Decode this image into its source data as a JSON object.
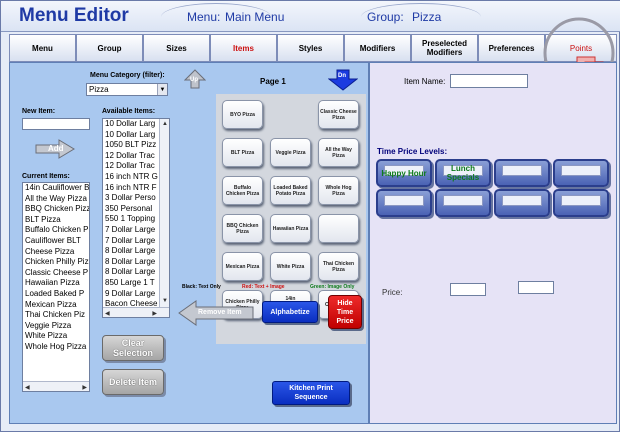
{
  "header": {
    "app_title": "Menu Editor",
    "menu_label": "Menu:",
    "menu_value": "Main Menu",
    "group_label": "Group:",
    "group_value": "Pizza"
  },
  "tabs": [
    {
      "label": "Menu"
    },
    {
      "label": "Group"
    },
    {
      "label": "Sizes"
    },
    {
      "label": "Items"
    },
    {
      "label": "Styles"
    },
    {
      "label": "Modifiers"
    },
    {
      "label": "Preselected Modifiers"
    },
    {
      "label": "Preferences"
    },
    {
      "label": "Points"
    }
  ],
  "left": {
    "menu_category_label": "Menu Category (filter):",
    "menu_category_value": "Pizza",
    "up_label": "Up",
    "dn_label": "Dn",
    "page_label": "Page 1",
    "new_item_label": "New Item:",
    "add_label": "Add",
    "available_items_label": "Available Items:",
    "available_items": [
      "10 Dollar Larg",
      "10 Dollar Larg",
      "1050 BLT Pizz",
      "12 Dollar Trac",
      "12 Dollar Trac",
      "16 inch NTR G",
      "16 inch NTR F",
      "3 Dollar Perso",
      "350 Personal",
      "550 1 Topping",
      "7 Dollar Large",
      "7 Dollar Large",
      "8 Dollar Large",
      "8 Dollar Large",
      "8 Dollar Large",
      "850 Large 1 T",
      "9 Dollar Large",
      "Bacon Cheese"
    ],
    "current_items_label": "Current Items:",
    "current_items": [
      "14in Cauliflower B",
      "All the Way Pizza",
      "BBQ Chicken Pizz",
      "BLT Pizza",
      "Buffalo Chicken P",
      "Cauliflower BLT",
      "Cheese Pizza",
      "Chicken Philly Piz",
      "Classic Cheese P",
      "Hawaiian Pizza",
      "Loaded Baked P",
      "Mexican Pizza",
      "Thai Chicken Piz",
      "Veggie Pizza",
      "White Pizza",
      "Whole Hog Pizza"
    ],
    "clear_selection_label": "Clear Selection",
    "delete_item_label": "Delete Item",
    "remove_item_label": "Remove Item",
    "alphabetize_label": "Alphabetize",
    "hide_time_price_label": "Hide Time Price",
    "kitchen_print_label": "Kitchen Print Sequence",
    "legend_black": "Black: Text Only",
    "legend_red": "Red: Text + Image",
    "legend_green": "Green: Image Only",
    "grid_items": [
      "BYO Pizza",
      "Classic Cheese Pizza",
      "BLT Pizza",
      "Veggie Pizza",
      "All the Way Pizza",
      "Buffalo Chicken Pizza",
      "Loaded Baked Potato Pizza",
      "Whole Hog Pizza",
      "BBQ Chicken Pizza",
      "Hawaiian Pizza",
      "",
      "Mexican Pizza",
      "White Pizza",
      "Thai Chicken Pizza",
      "Chicken Philly Pizza",
      "14in Cauliflower BLT",
      "10in Cauliflower BLT"
    ]
  },
  "right": {
    "item_name_label": "Item Name:",
    "item_name_value": "",
    "time_price_levels_label": "Time Price Levels:",
    "time_price_levels": [
      "Happy Hour",
      "Lunch Specials",
      "",
      "",
      "",
      "",
      "",
      ""
    ],
    "price_label": "Price:",
    "price_value_1": "",
    "price_value_2": ""
  },
  "colors": {
    "title_blue": "#1f3aa5",
    "active_tab_red": "#cc1111",
    "panel_blue": "#a9c8ef",
    "panel_lavender": "#e6e3f6",
    "button_blue": "#0a2ec0",
    "button_red": "#c00000",
    "time_price_green": "#0d7a1a"
  }
}
